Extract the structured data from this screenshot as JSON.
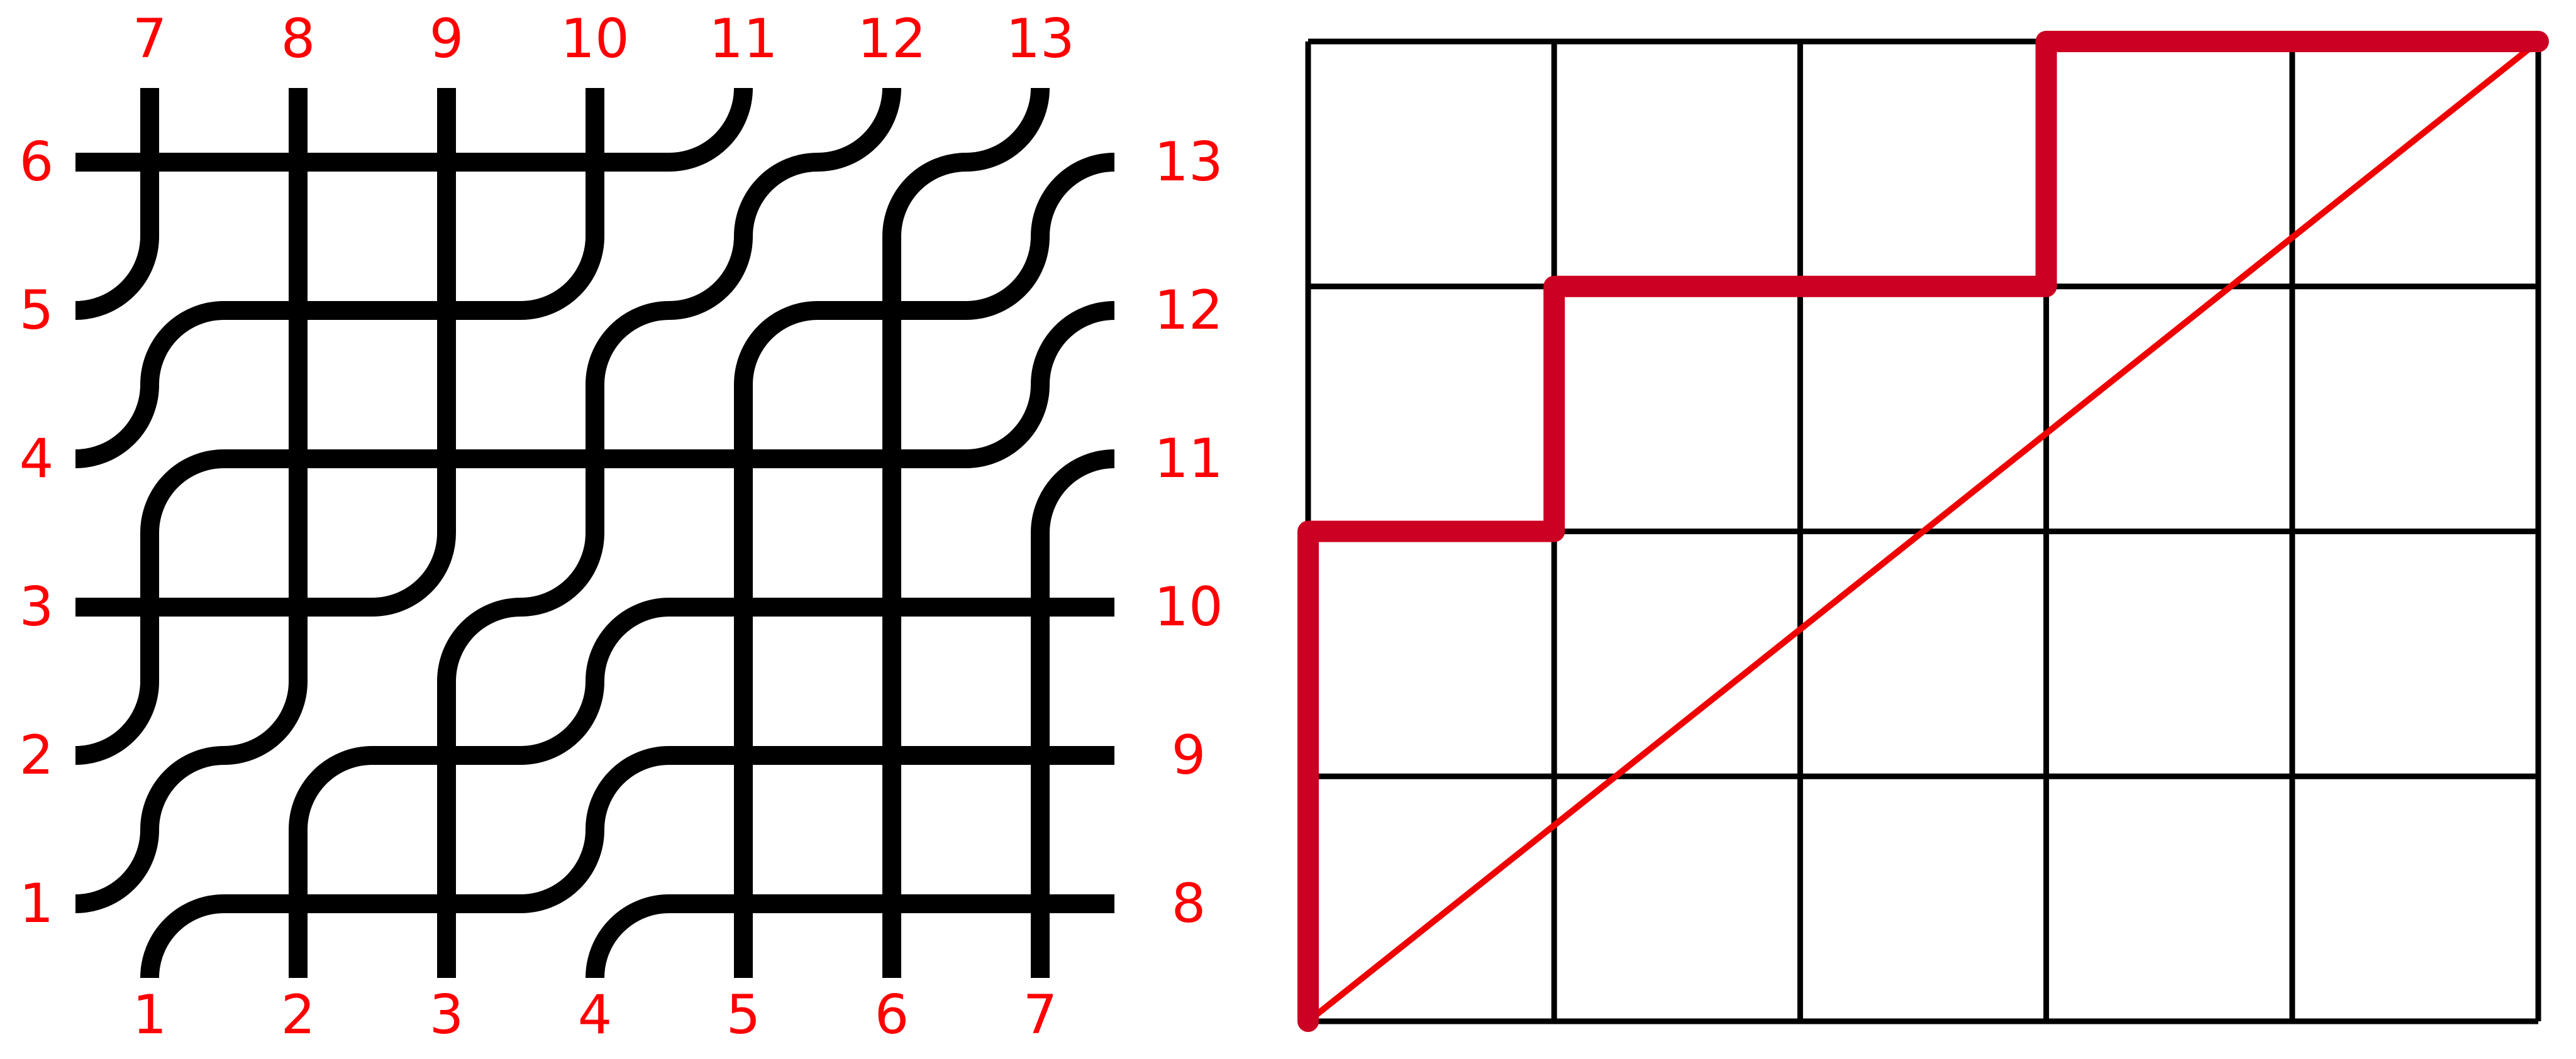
{
  "colors": {
    "background": "#ffffff",
    "strand": "#000000",
    "label": "#ff0000",
    "grid": "#000000",
    "lattice_path": "#cc0022",
    "diagonal": "#ee0000"
  },
  "tile_diagram": {
    "rows": 6,
    "cols": 7,
    "top_labels": [
      "7",
      "8",
      "9",
      "10",
      "11",
      "12",
      "13"
    ],
    "bottom_labels": [
      "1",
      "2",
      "3",
      "4",
      "5",
      "6",
      "7"
    ],
    "left_labels": [
      "6",
      "5",
      "4",
      "3",
      "2",
      "1"
    ],
    "right_labels": [
      "13",
      "12",
      "11",
      "10",
      "9",
      "8"
    ],
    "tiles": [
      [
        "cross",
        "cross",
        "cross",
        "cross",
        "elbow",
        "elbow",
        "elbow"
      ],
      [
        "elbow",
        "cross",
        "cross",
        "elbow",
        "elbow",
        "cross",
        "elbow"
      ],
      [
        "elbow",
        "cross",
        "cross",
        "cross",
        "cross",
        "cross",
        "elbow"
      ],
      [
        "cross",
        "cross",
        "elbow",
        "elbow",
        "cross",
        "cross",
        "cross"
      ],
      [
        "elbow",
        "elbow",
        "cross",
        "elbow",
        "cross",
        "cross",
        "cross"
      ],
      [
        "elbow",
        "cross",
        "cross",
        "elbow",
        "cross",
        "cross",
        "cross"
      ]
    ]
  },
  "lattice_diagram": {
    "cols": 5,
    "rows": 4,
    "path_steps": [
      "N",
      "N",
      "E",
      "N",
      "E",
      "E",
      "N",
      "E",
      "E"
    ],
    "diagonal": {
      "from": [
        0,
        0
      ],
      "to": [
        5,
        4
      ]
    }
  }
}
